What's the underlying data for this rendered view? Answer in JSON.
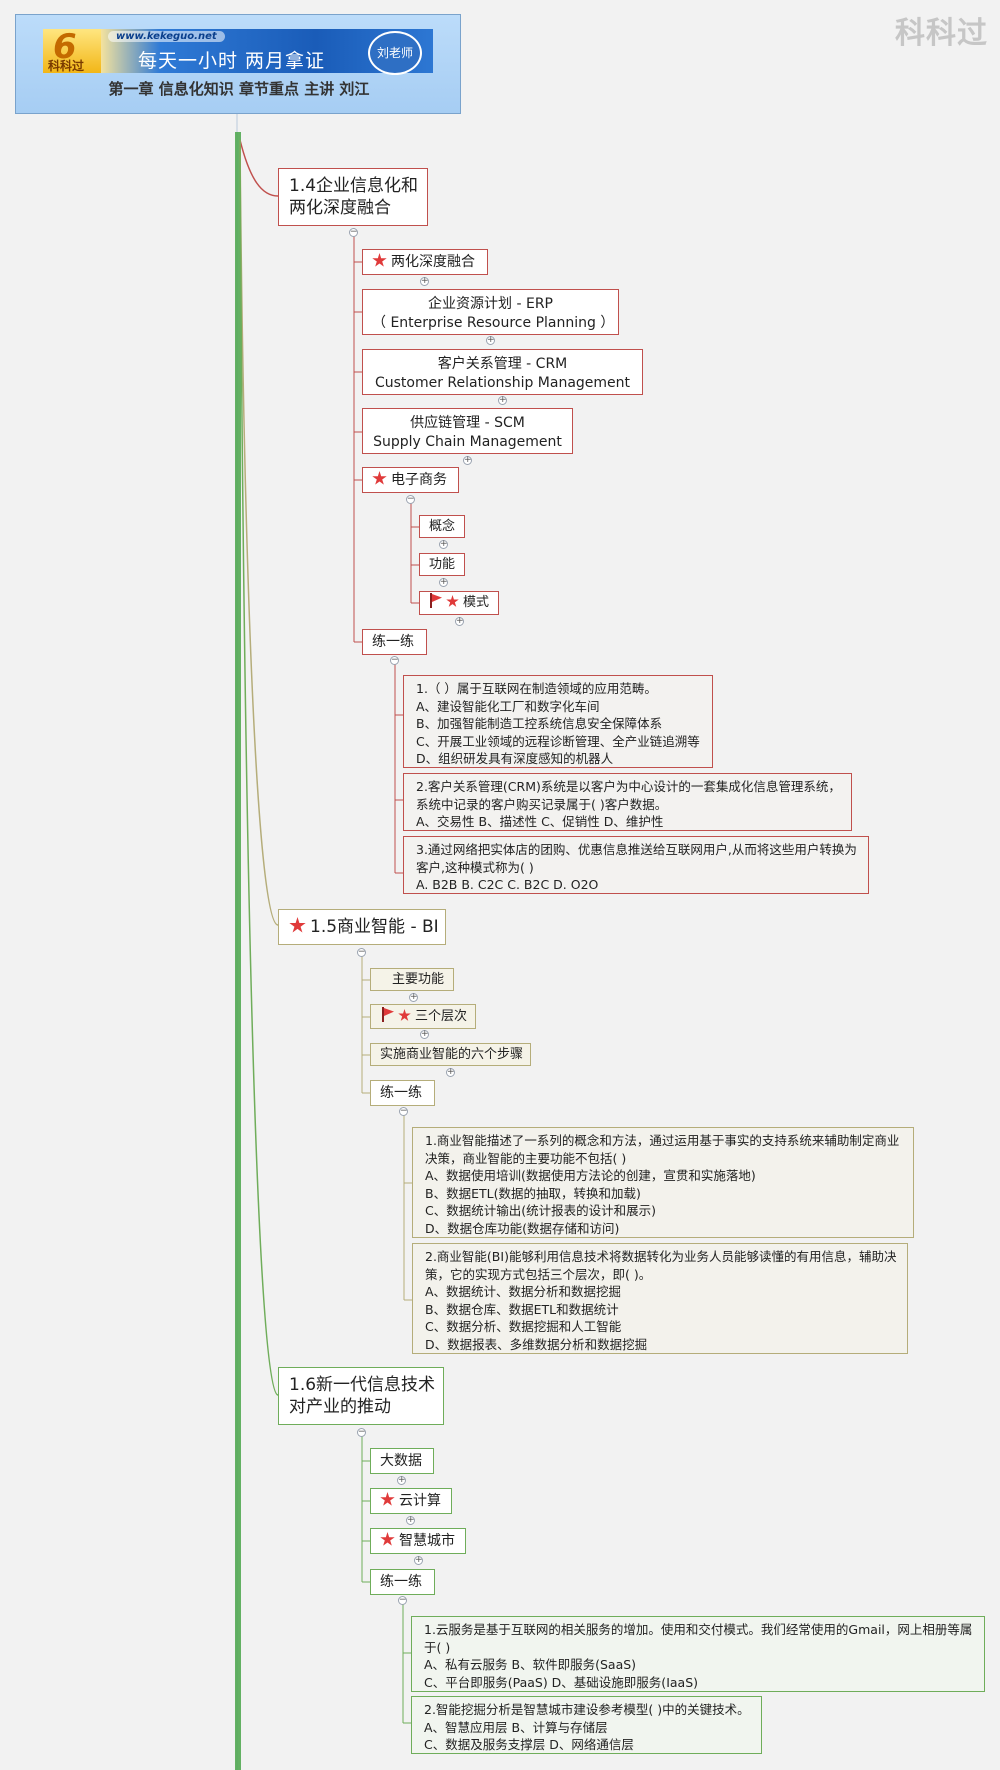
{
  "watermark": "科科过",
  "banner": {
    "url": "www.kekeguo.net",
    "logo_text": "科科过",
    "slogan": "每天一小时    两月拿证",
    "teacher": "刘老师",
    "title": "第一章  信息化知识 章节重点 主讲 刘江"
  },
  "colors": {
    "red_branch": "#c0504d",
    "olive_branch": "#b5ad7a",
    "green_branch": "#6fad5a",
    "trunk": "#4aa64a"
  },
  "s14": {
    "title": [
      "1.4企业信息化和",
      "两化深度融合"
    ],
    "deep": "两化深度融合",
    "erp": [
      "企业资源计划 - ERP",
      "（ Enterprise Resource Planning ）"
    ],
    "crm": [
      "客户关系管理 - CRM",
      "Customer Relationship Management"
    ],
    "scm": [
      "供应链管理 - SCM",
      "Supply Chain Management"
    ],
    "ecom": "电子商务",
    "concept": "概念",
    "function": "功能",
    "mode": "模式",
    "practice": "练一练",
    "q1": [
      " 1.（   ）属于互联网在制造领域的应用范畴。",
      "A、建设智能化工厂和数字化车间",
      "B、加强智能制造工控系统信息安全保障体系",
      "C、开展工业领域的远程诊断管理、全产业链追溯等",
      "D、组织研发具有深度感知的机器人"
    ],
    "q2": [
      "2.客户关系管理(CRM)系统是以客户为中心设计的一套集成化信息管理系统，",
      "系统中记录的客户购买记录属于(  )客户数据。",
      "A、交易性      B、描述性      C、促销性      D、维护性"
    ],
    "q3": [
      "3.通过网络把实体店的团购、优惠信息推送给互联网用户,从而将这些用户转换为",
      "客户,这种模式称为(    )",
      "A. B2B       B. C2C      C. B2C       D. O2O"
    ]
  },
  "s15": {
    "title": "1.5商业智能 - BI",
    "main": "主要功能",
    "levels": "三个层次",
    "steps": "实施商业智能的六个步骤",
    "practice": "练一练",
    "q1": [
      "1.商业智能描述了一系列的概念和方法，通过运用基于事实的支持系统来辅助制定商业",
      "决策，商业智能的主要功能不包括(  )",
      "A、数据使用培训(数据使用方法论的创建，宣贯和实施落地)",
      "B、数据ETL(数据的抽取，转换和加载)",
      "C、数据统计输出(统计报表的设计和展示)",
      "D、数据仓库功能(数据存储和访问)"
    ],
    "q2": [
      "2.商业智能(BI)能够利用信息技术将数据转化为业务人员能够读懂的有用信息，辅助决",
      "策，它的实现方式包括三个层次，即( )。",
      "A、数据统计、数据分析和数据挖掘",
      "B、数据仓库、数据ETL和数据统计",
      "C、数据分析、数据挖掘和人工智能",
      "D、数据报表、多维数据分析和数据挖掘"
    ]
  },
  "s16": {
    "title": [
      "1.6新一代信息技术",
      "对产业的推动"
    ],
    "bigdata": "大数据",
    "cloud": "云计算",
    "smartcity": "智慧城市",
    "practice": "练一练",
    "q1": [
      "1.云服务是基于互联网的相关服务的增加。使用和交付模式。我们经常使用的Gmail，网上相册等属",
      "于(  )",
      "A、私有云服务                       B、软件即服务(SaaS)",
      "C、平台即服务(PaaS)           D、基础设施即服务(IaaS)"
    ],
    "q2": [
      "2.智能挖掘分析是智慧城市建设参考模型(  )中的关键技术。",
      "A、智慧应用层                  B、计算与存储层",
      "C、数据及服务支撑层      D、网络通信层"
    ]
  }
}
